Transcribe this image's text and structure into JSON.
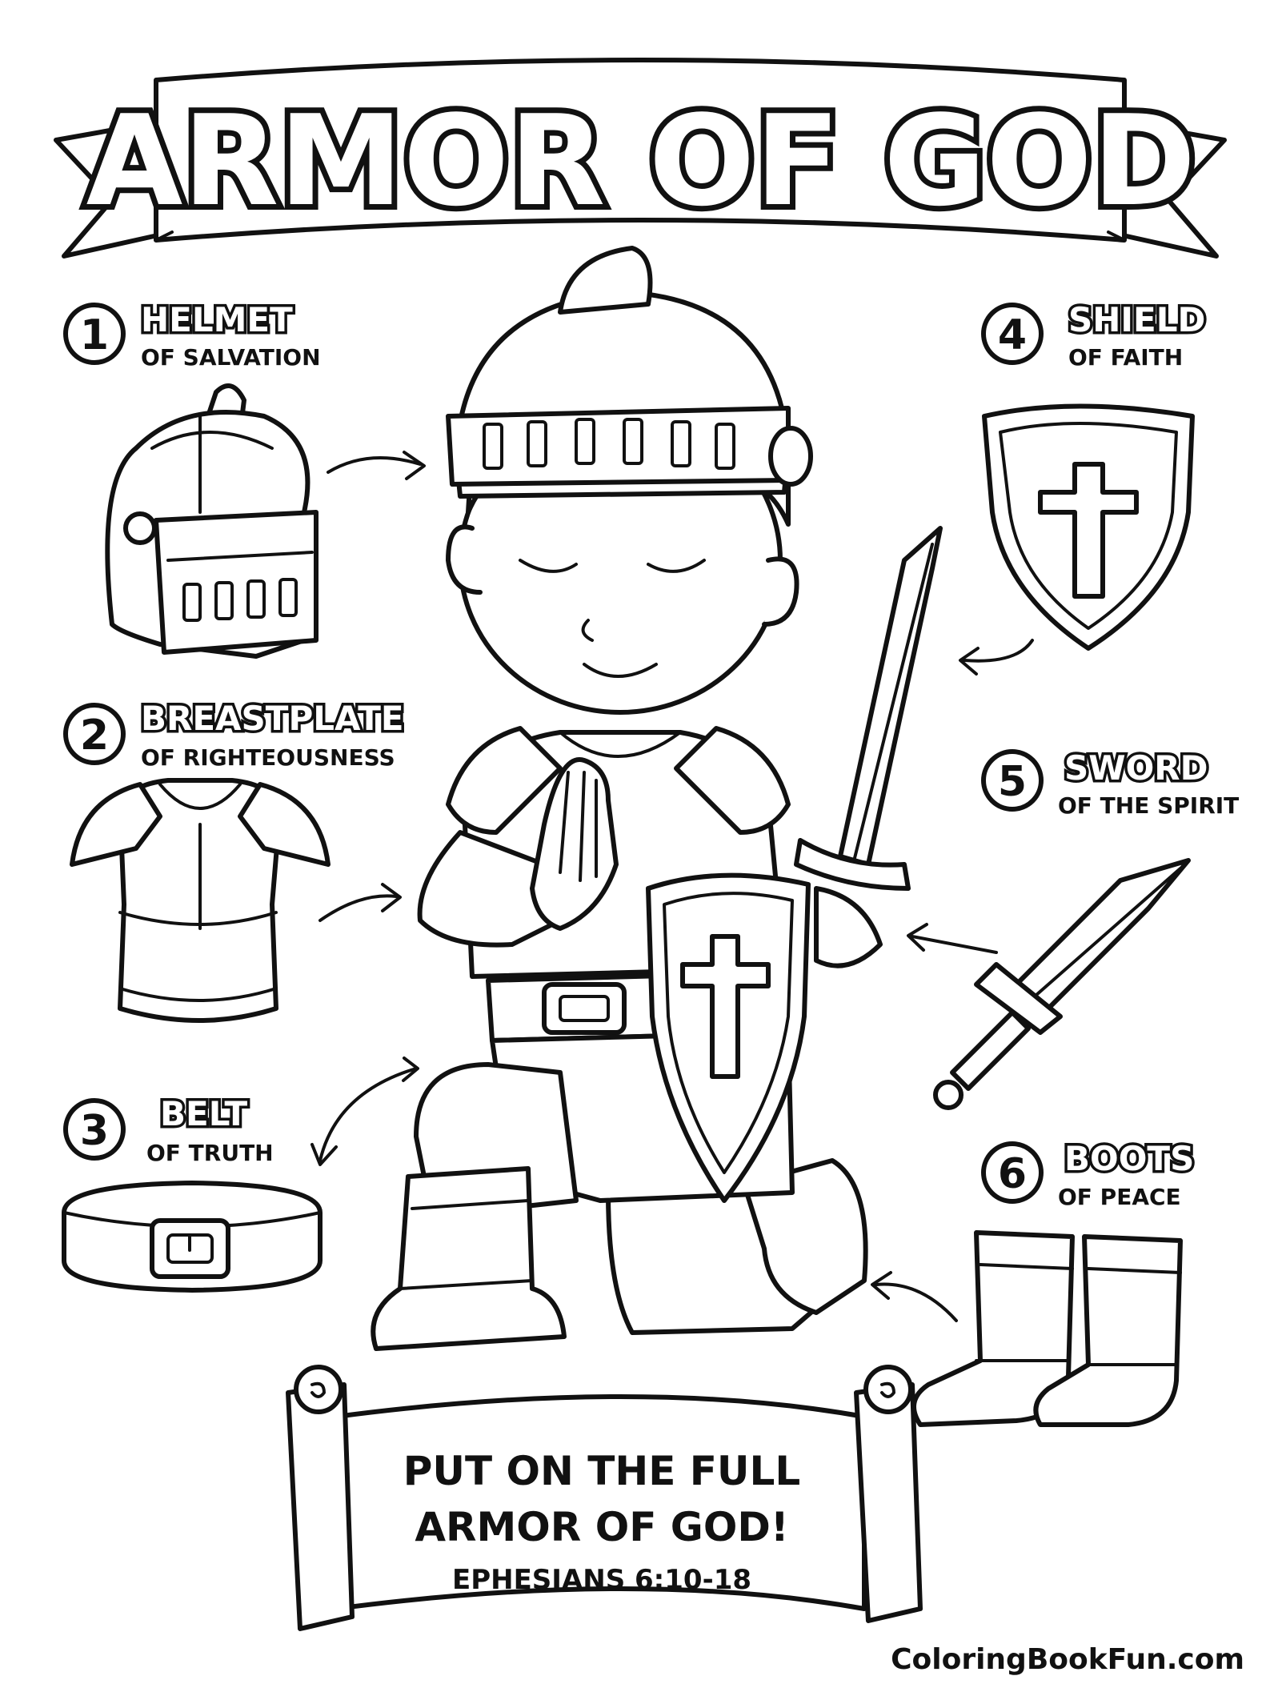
{
  "title": "ARMOR OF GOD",
  "items": [
    {
      "number": "1",
      "name": "HELMET",
      "detail": "OF SALVATION",
      "icon": "helmet-icon"
    },
    {
      "number": "2",
      "name": "BREASTPLATE",
      "detail": "OF RIGHTEOUSNESS",
      "icon": "breastplate-icon"
    },
    {
      "number": "3",
      "name": "BELT",
      "detail": "OF TRUTH",
      "icon": "belt-icon"
    },
    {
      "number": "4",
      "name": "SHIELD",
      "detail": "OF FAITH",
      "icon": "shield-icon"
    },
    {
      "number": "5",
      "name": "SWORD",
      "detail": "OF THE SPIRIT",
      "icon": "sword-icon"
    },
    {
      "number": "6",
      "name": "BOOTS",
      "detail": "OF PEACE",
      "icon": "boots-icon"
    }
  ],
  "scroll": {
    "line1": "PUT ON THE FULL",
    "line2": "ARMOR OF GOD!",
    "reference": "EPHESIANS 6:10-18"
  },
  "footer": "ColoringBookFun.com",
  "colors": {
    "ink": "#111111",
    "paper": "#ffffff"
  }
}
